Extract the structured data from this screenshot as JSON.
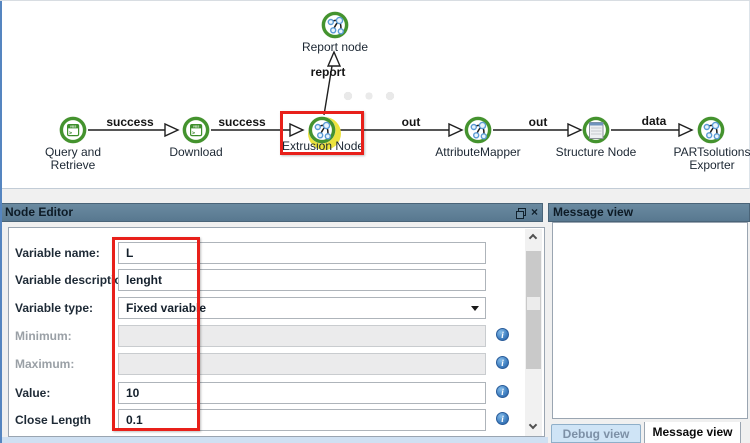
{
  "canvas": {
    "nodes": [
      {
        "id": "query-and-retrieve",
        "label": "Query and Retrieve",
        "icon": "vbs-script-icon"
      },
      {
        "id": "download",
        "label": "Download",
        "icon": "vbs-script-icon"
      },
      {
        "id": "extrusion",
        "label": "Extrusion Node",
        "icon": "graph-icon",
        "selected": true
      },
      {
        "id": "report",
        "label": "Report node",
        "icon": "graph-icon"
      },
      {
        "id": "attributemapper",
        "label": "AttributeMapper",
        "icon": "graph-icon"
      },
      {
        "id": "structure",
        "label": "Structure Node",
        "icon": "structure-icon"
      },
      {
        "id": "partsolutions",
        "label": "PARTsolutions Exporter",
        "icon": "graph-icon"
      }
    ],
    "edge_labels": {
      "query_download": "success",
      "download_extrusion": "success",
      "extrusion_report": "report",
      "extrusion_attributemapper": "out",
      "attributemapper_structure": "out",
      "structure_partsolutions": "data"
    }
  },
  "node_editor": {
    "title": "Node Editor",
    "fields": [
      {
        "label": "Variable name:",
        "value": "L",
        "disabled": false,
        "info": false
      },
      {
        "label": "Variable description:",
        "value": "lenght",
        "disabled": false,
        "info": false
      },
      {
        "label": "Variable type:",
        "value": "Fixed variable",
        "disabled": false,
        "info": false
      },
      {
        "label": "Minimum:",
        "value": "",
        "disabled": true,
        "info": true
      },
      {
        "label": "Maximum:",
        "value": "",
        "disabled": true,
        "info": true
      },
      {
        "label": "Value:",
        "value": "10",
        "disabled": false,
        "info": true
      },
      {
        "label": "Close Length",
        "value": "0.1",
        "disabled": false,
        "info": true
      }
    ]
  },
  "message_view": {
    "title": "Message view",
    "content": "",
    "tabs": [
      {
        "label": "Debug view",
        "active": false
      },
      {
        "label": "Message view",
        "active": true
      }
    ]
  },
  "colors": {
    "titlebar": "#5e7d93",
    "node_ring_green": "#44932e",
    "selection_yellow": "#ece33c",
    "annotation_red": "#e8201a",
    "info_blue": "#3f7fc1",
    "debug_tab_bg": "#cfe4f6"
  }
}
